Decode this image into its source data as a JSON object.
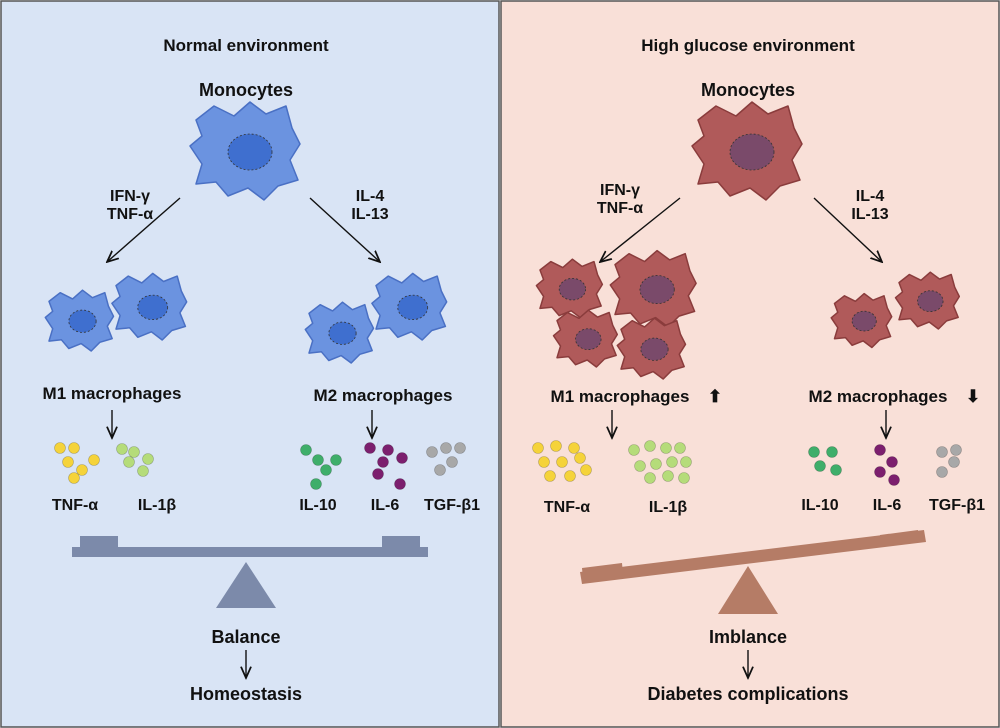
{
  "panels": [
    {
      "id": "normal",
      "title": "Normal environment",
      "monocytes": "Monocytes",
      "m1_stimuli": "IFN-γ\nTNF-α",
      "m2_stimuli": "IL-4\nIL-13",
      "m1_label": "M1 macrophages",
      "m2_label": "M2 macrophages",
      "m1_trend": "",
      "m2_trend": "",
      "cytokines": [
        "TNF-α",
        "IL-1β",
        "IL-10",
        "IL-6",
        "TGF-β1"
      ],
      "balance_label": "Balance",
      "outcome": "Homeostasis",
      "colors": {
        "bg": "#d9e4f5",
        "cell": "#6b93e0",
        "cell_stroke": "#4a70c4",
        "nucleus": "#3f6fcf",
        "scale": "#7c8aaa"
      }
    },
    {
      "id": "high-glucose",
      "title": "High glucose environment",
      "monocytes": "Monocytes",
      "m1_stimuli": "IFN-γ\nTNF-α",
      "m2_stimuli": "IL-4\nIL-13",
      "m1_label": "M1 macrophages",
      "m2_label": "M2 macrophages",
      "m1_trend": "⬆",
      "m2_trend": "⬇",
      "cytokines": [
        "TNF-α",
        "IL-1β",
        "IL-10",
        "IL-6",
        "TGF-β1"
      ],
      "balance_label": "Imblance",
      "outcome": "Diabetes  complications",
      "colors": {
        "bg": "#f9e0d8",
        "cell": "#b05a5a",
        "cell_stroke": "#8a3c3c",
        "nucleus": "#7a4a6a",
        "scale": "#b57c66"
      }
    }
  ],
  "cytokine_colors": {
    "TNF-α": "#f5d33a",
    "IL-1β": "#b5dc7a",
    "IL-10": "#3fae6a",
    "IL-6": "#7c1f6e",
    "TGF-β1": "#a8a8a8"
  }
}
